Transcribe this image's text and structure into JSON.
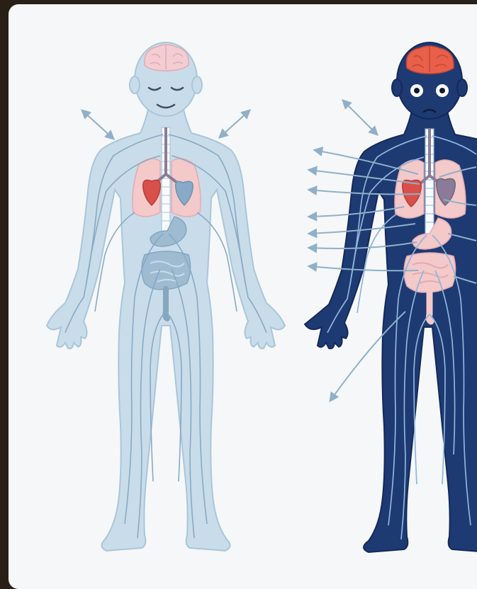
{
  "image": {
    "subject": "",
    "figures": [
      {
        "name": "calm-figure",
        "tone": "calm",
        "colors": {
          "body": "#c9dcea",
          "outline": "#a7c4d8",
          "nerve": "#86aac4",
          "brain": "#f2cdd2",
          "heart": "#d9504a",
          "lungs": "#f3c9c9"
        }
      },
      {
        "name": "stressed-figure",
        "tone": "stressed",
        "colors": {
          "body": "#1d3a73",
          "outline": "#15295a",
          "nerve": "#8fb6d9",
          "brain": "#e8604a",
          "heart": "#d9504a",
          "lungs": "#f3c9c9"
        }
      }
    ],
    "background": "#f6f7f8",
    "frame": "#2a1f17"
  }
}
